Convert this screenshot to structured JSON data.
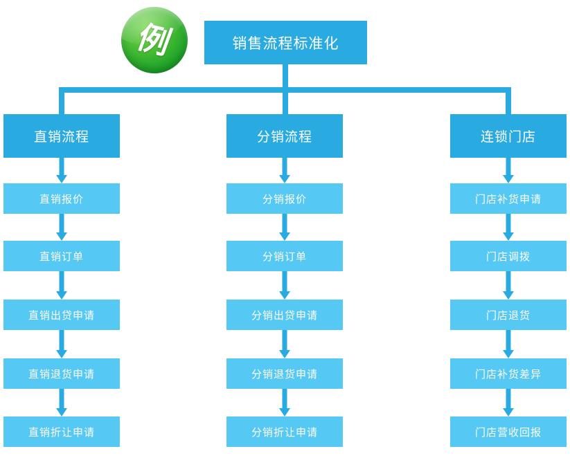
{
  "badge": {
    "label": "例"
  },
  "root": {
    "label": "销售流程标准化"
  },
  "colors": {
    "dark_blue": "#29ABE2",
    "light_blue": "#55C8F3",
    "badge_green": "#2DA82C",
    "text": "#FFFFFF"
  },
  "columns": [
    {
      "header": "直销流程",
      "items": [
        "直销报价",
        "直销订单",
        "直销出贷申请",
        "直销退货申请",
        "直销折让申请"
      ]
    },
    {
      "header": "分销流程",
      "items": [
        "分销报价",
        "分销订单",
        "分销出贷申请",
        "分销退货申请",
        "分销折让申请"
      ]
    },
    {
      "header": "连锁门店",
      "items": [
        "门店补货申请",
        "门店调拨",
        "门店退货",
        "门店补货差异",
        "门店营收回报"
      ]
    }
  ]
}
